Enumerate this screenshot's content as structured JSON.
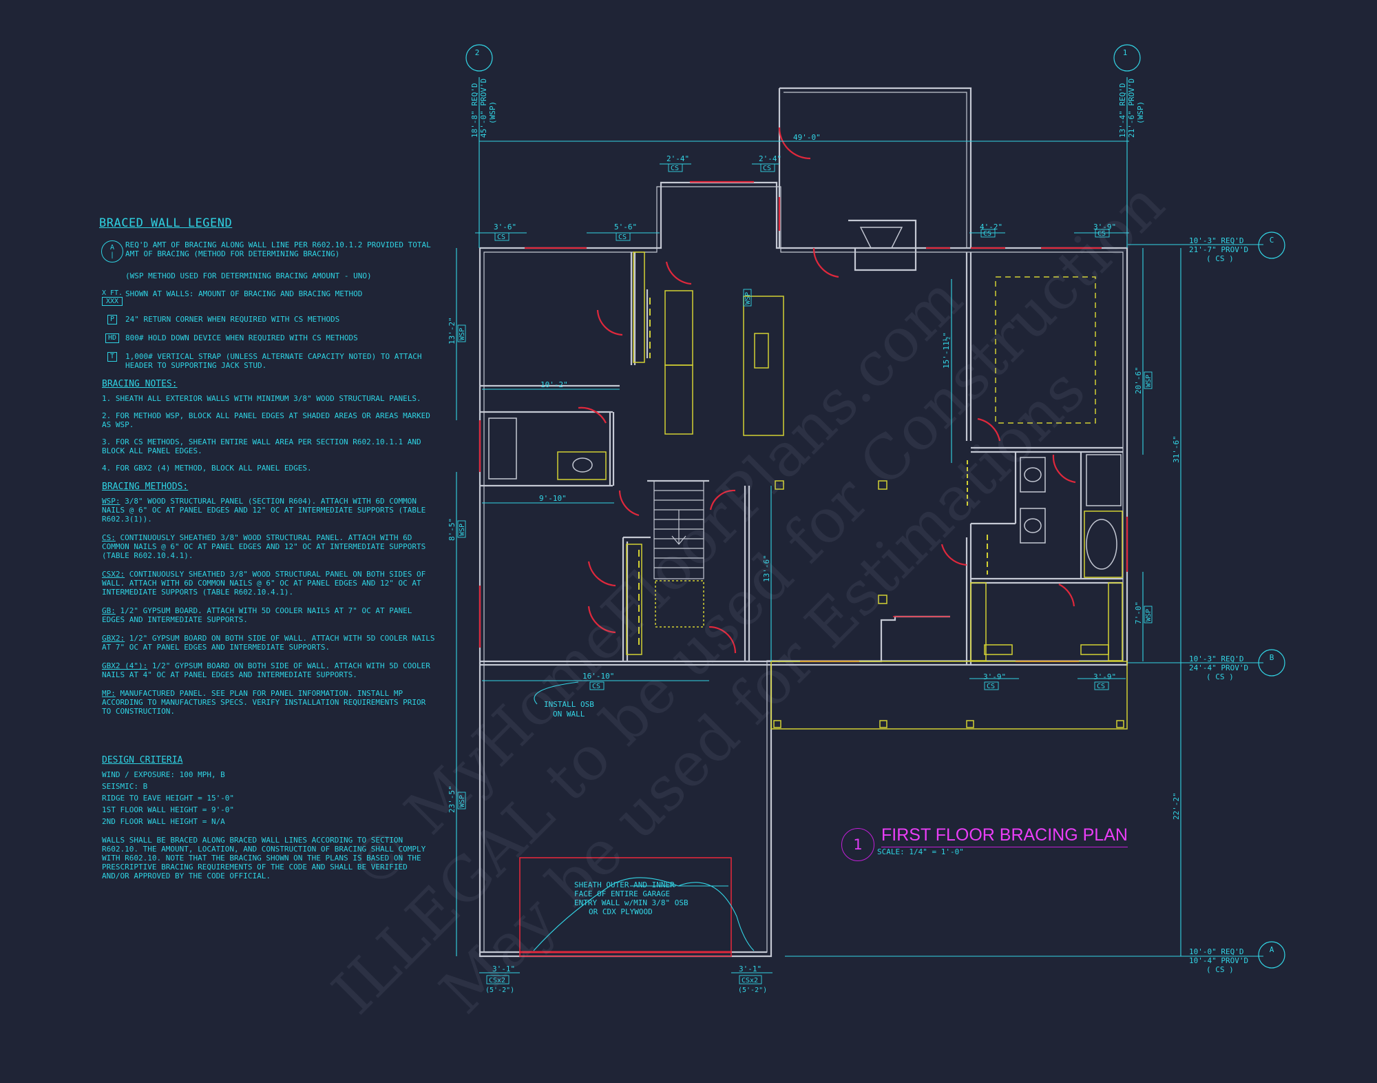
{
  "legend": {
    "title": "BRACED WALL LEGEND",
    "rows": [
      {
        "symbol_top": "A",
        "symbol_bottom": "|",
        "text": "REQ'D AMT OF BRACING ALONG WALL LINE PER R602.10.1.2 PROVIDED TOTAL AMT OF BRACING (METHOD FOR DETERMINING BRACING)"
      },
      {
        "text": "(WSP METHOD USED FOR DETERMINING BRACING AMOUNT - UNO)"
      },
      {
        "symbol_top": "X FT.",
        "symbol_bottom": "XXX",
        "text": "SHOWN AT WALLS: AMOUNT OF BRACING AND BRACING METHOD"
      },
      {
        "symbol": "P",
        "text": "24\" RETURN CORNER WHEN REQUIRED WITH CS METHODS"
      },
      {
        "symbol": "HD",
        "text": "800# HOLD DOWN DEVICE WHEN REQUIRED WITH CS METHODS"
      },
      {
        "symbol": "T",
        "text": "1,000# VERTICAL STRAP (UNLESS ALTERNATE CAPACITY NOTED) TO ATTACH HEADER TO SUPPORTING JACK STUD."
      }
    ]
  },
  "bracing_notes": {
    "title": "BRACING NOTES:",
    "items": [
      "1. SHEATH ALL EXTERIOR WALLS WITH MINIMUM 3/8\" WOOD STRUCTURAL PANELS.",
      "2. FOR METHOD WSP, BLOCK ALL PANEL EDGES AT SHADED AREAS OR AREAS MARKED AS WSP.",
      "3. FOR CS METHODS, SHEATH ENTIRE WALL AREA PER SECTION R602.10.1.1 AND BLOCK ALL PANEL EDGES.",
      "4. FOR GBx2 (4) METHOD, BLOCK ALL PANEL EDGES."
    ]
  },
  "bracing_methods": {
    "title": "BRACING METHODS:",
    "items": [
      {
        "code": "WSP:",
        "text": "3/8\" WOOD STRUCTURAL PANEL (SECTION R604). ATTACH WITH 6d COMMON NAILS @ 6\" OC AT PANEL EDGES AND 12\" OC AT INTERMEDIATE SUPPORTS (TABLE R602.3(1))."
      },
      {
        "code": "CS:",
        "text": "CONTINUOUSLY SHEATHED 3/8\" WOOD STRUCTURAL PANEL. ATTACH WITH 6d COMMON NAILS @ 6\" OC AT PANEL EDGES AND 12\" OC AT INTERMEDIATE SUPPORTS (TABLE R602.10.4.1)."
      },
      {
        "code": "CSx2:",
        "text": "CONTINUOUSLY SHEATHED 3/8\" WOOD STRUCTURAL PANEL ON BOTH SIDES OF WALL. ATTACH WITH 6d COMMON NAILS @ 6\" OC AT PANEL EDGES AND 12\" OC AT INTERMEDIATE SUPPORTS (TABLE R602.10.4.1)."
      },
      {
        "code": "GB:",
        "text": "1/2\" GYPSUM BOARD. ATTACH WITH 5d COOLER NAILS AT 7\" OC AT PANEL EDGES AND INTERMEDIATE SUPPORTS."
      },
      {
        "code": "GBx2:",
        "text": "1/2\" GYPSUM BOARD ON BOTH SIDE OF WALL. ATTACH WITH 5d COOLER NAILS AT 7\" OC AT PANEL EDGES AND INTERMEDIATE SUPPORTS."
      },
      {
        "code": "GBx2 (4\"):",
        "text": "1/2\" GYPSUM BOARD ON BOTH SIDE OF WALL. ATTACH WITH 5d COOLER NAILS AT 4\" OC AT PANEL EDGES AND INTERMEDIATE SUPPORTS."
      },
      {
        "code": "MP:",
        "text": "MANUFACTURED PANEL. SEE PLAN FOR PANEL INFORMATION. INSTALL MP ACCORDING TO MANUFACTURES SPECS. VERIFY INSTALLATION REQUIREMENTS PRIOR TO CONSTRUCTION."
      }
    ]
  },
  "design_criteria": {
    "title": "DESIGN CRITERIA",
    "items": [
      "WIND / EXPOSURE:  100 MPH, B",
      "SEISMIC:  B",
      "RIDGE TO EAVE HEIGHT = 15'-0\"",
      "1ST FLOOR WALL HEIGHT = 9'-0\"",
      "2ND FLOOR WALL HEIGHT = N/A"
    ],
    "paragraph": "WALLS SHALL BE BRACED ALONG BRACED WALL LINES ACCORDING TO SECTION R602.10. THE AMOUNT, LOCATION, AND CONSTRUCTION OF BRACING SHALL COMPLY WITH R602.10. NOTE THAT THE BRACING SHOWN ON THE PLANS IS BASED ON THE PRESCRIPTIVE BRACING REQUIREMENTS OF THE CODE AND SHALL BE VERIFIED AND/OR APPROVED BY THE CODE OFFICIAL."
  },
  "title_block": {
    "number": "1",
    "title": "FIRST FLOOR BRACING PLAN",
    "scale": "SCALE: 1/4\" = 1'-0\""
  },
  "wall_lines": {
    "line_2": {
      "id": "2",
      "req": "18'-8\" REQ'D",
      "prov": "45'-0\" PROV'D",
      "method": "(WSP)"
    },
    "line_1": {
      "id": "1",
      "req": "13'-4\" REQ'D",
      "prov": "21'-6\" PROV'D",
      "method": "(WSP)"
    },
    "line_C": {
      "id": "C",
      "req": "10'-3\" REQ'D",
      "prov": "21'-7\" PROV'D",
      "method": "( CS )"
    },
    "line_B": {
      "id": "B",
      "req": "10'-3\" REQ'D",
      "prov": "24'-4\" PROV'D",
      "method": "( CS )"
    },
    "line_A": {
      "id": "A",
      "req": "10'-0\" REQ'D",
      "prov": "10'-4\" PROV'D",
      "method": "( CS )"
    }
  },
  "dimensions": {
    "top_overall": "49'-0\"",
    "top_2_4_left": "2'-4\"",
    "top_2_4_right": "2'-4\"",
    "top_3_6": "3'-6\"",
    "top_5_6": "5'-6\"",
    "top_4_2": "4'-2\"",
    "top_3_9": "3'-9\"",
    "left_13_2": "13'-2\"",
    "left_8_5": "8'-5\"",
    "left_23_5": "23'-5\"",
    "inner_10_2": "10'-2\"",
    "inner_9_10": "9'-10\"",
    "inner_16_10": "16'-10\"",
    "inner_15_11": "15'-11½\"",
    "inner_13_6": "13'-6\"",
    "right_20_6": "20'-6\"",
    "right_7_0": "7'-0\"",
    "right_31_6": "31'-6\"",
    "right_22_2": "22'-2\"",
    "bottom_3_9_left": "3'-9\"",
    "bottom_3_9_right": "3'-9\"",
    "bottom_3_1_left": "3'-1\"",
    "bottom_3_1_right": "3'-1\"",
    "tag_cs": "CS",
    "tag_wsp": "WSP",
    "tag_csx2": "CSx2",
    "tag_5_2": "(5'-2\")"
  },
  "annotations": {
    "install_osb": [
      "INSTALL OSB",
      "ON WALL"
    ],
    "sheath_garage": [
      "SHEATH OUTER AND INNER",
      "FACE OF ENTIRE GARAGE",
      "ENTRY WALL w/MIN 3/8\" OSB",
      "OR CDX PLYWOOD"
    ]
  },
  "watermark": [
    "© MyHomeFloorPlans.com",
    "ILLEGAL to be used for Construction",
    "May be used for Estimations"
  ],
  "colors": {
    "background": "#1f2436",
    "dimension": "#33d6e6",
    "wall": "#c5c9d4",
    "bracing": "#e0283c",
    "fixture": "#d4d233",
    "title": "#ea3ef7"
  }
}
